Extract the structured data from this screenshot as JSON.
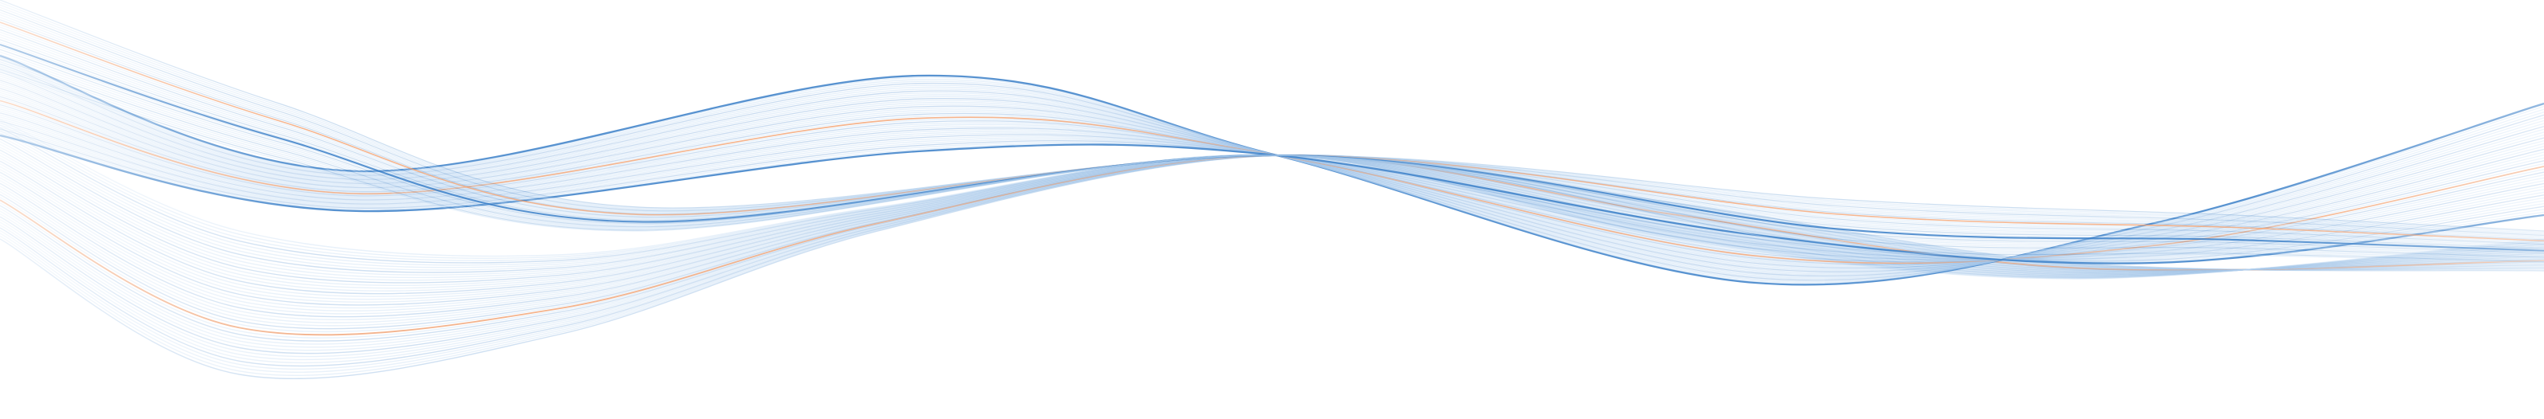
{
  "artwork": {
    "subject": "abstract-flowing-wave-lines",
    "background_color": "#ffffff",
    "colors": {
      "primary_blue": "#3a7fc8",
      "light_blue": "#bcd8f2",
      "pale_blue": "#e3eefa",
      "accent_orange": "#f0a070"
    },
    "ribbons": [
      {
        "name": "lower-ribbon",
        "icon": "wave-ribbon"
      },
      {
        "name": "upper-ribbon",
        "icon": "wave-ribbon"
      },
      {
        "name": "middle-ribbon",
        "icon": "wave-ribbon"
      }
    ]
  }
}
